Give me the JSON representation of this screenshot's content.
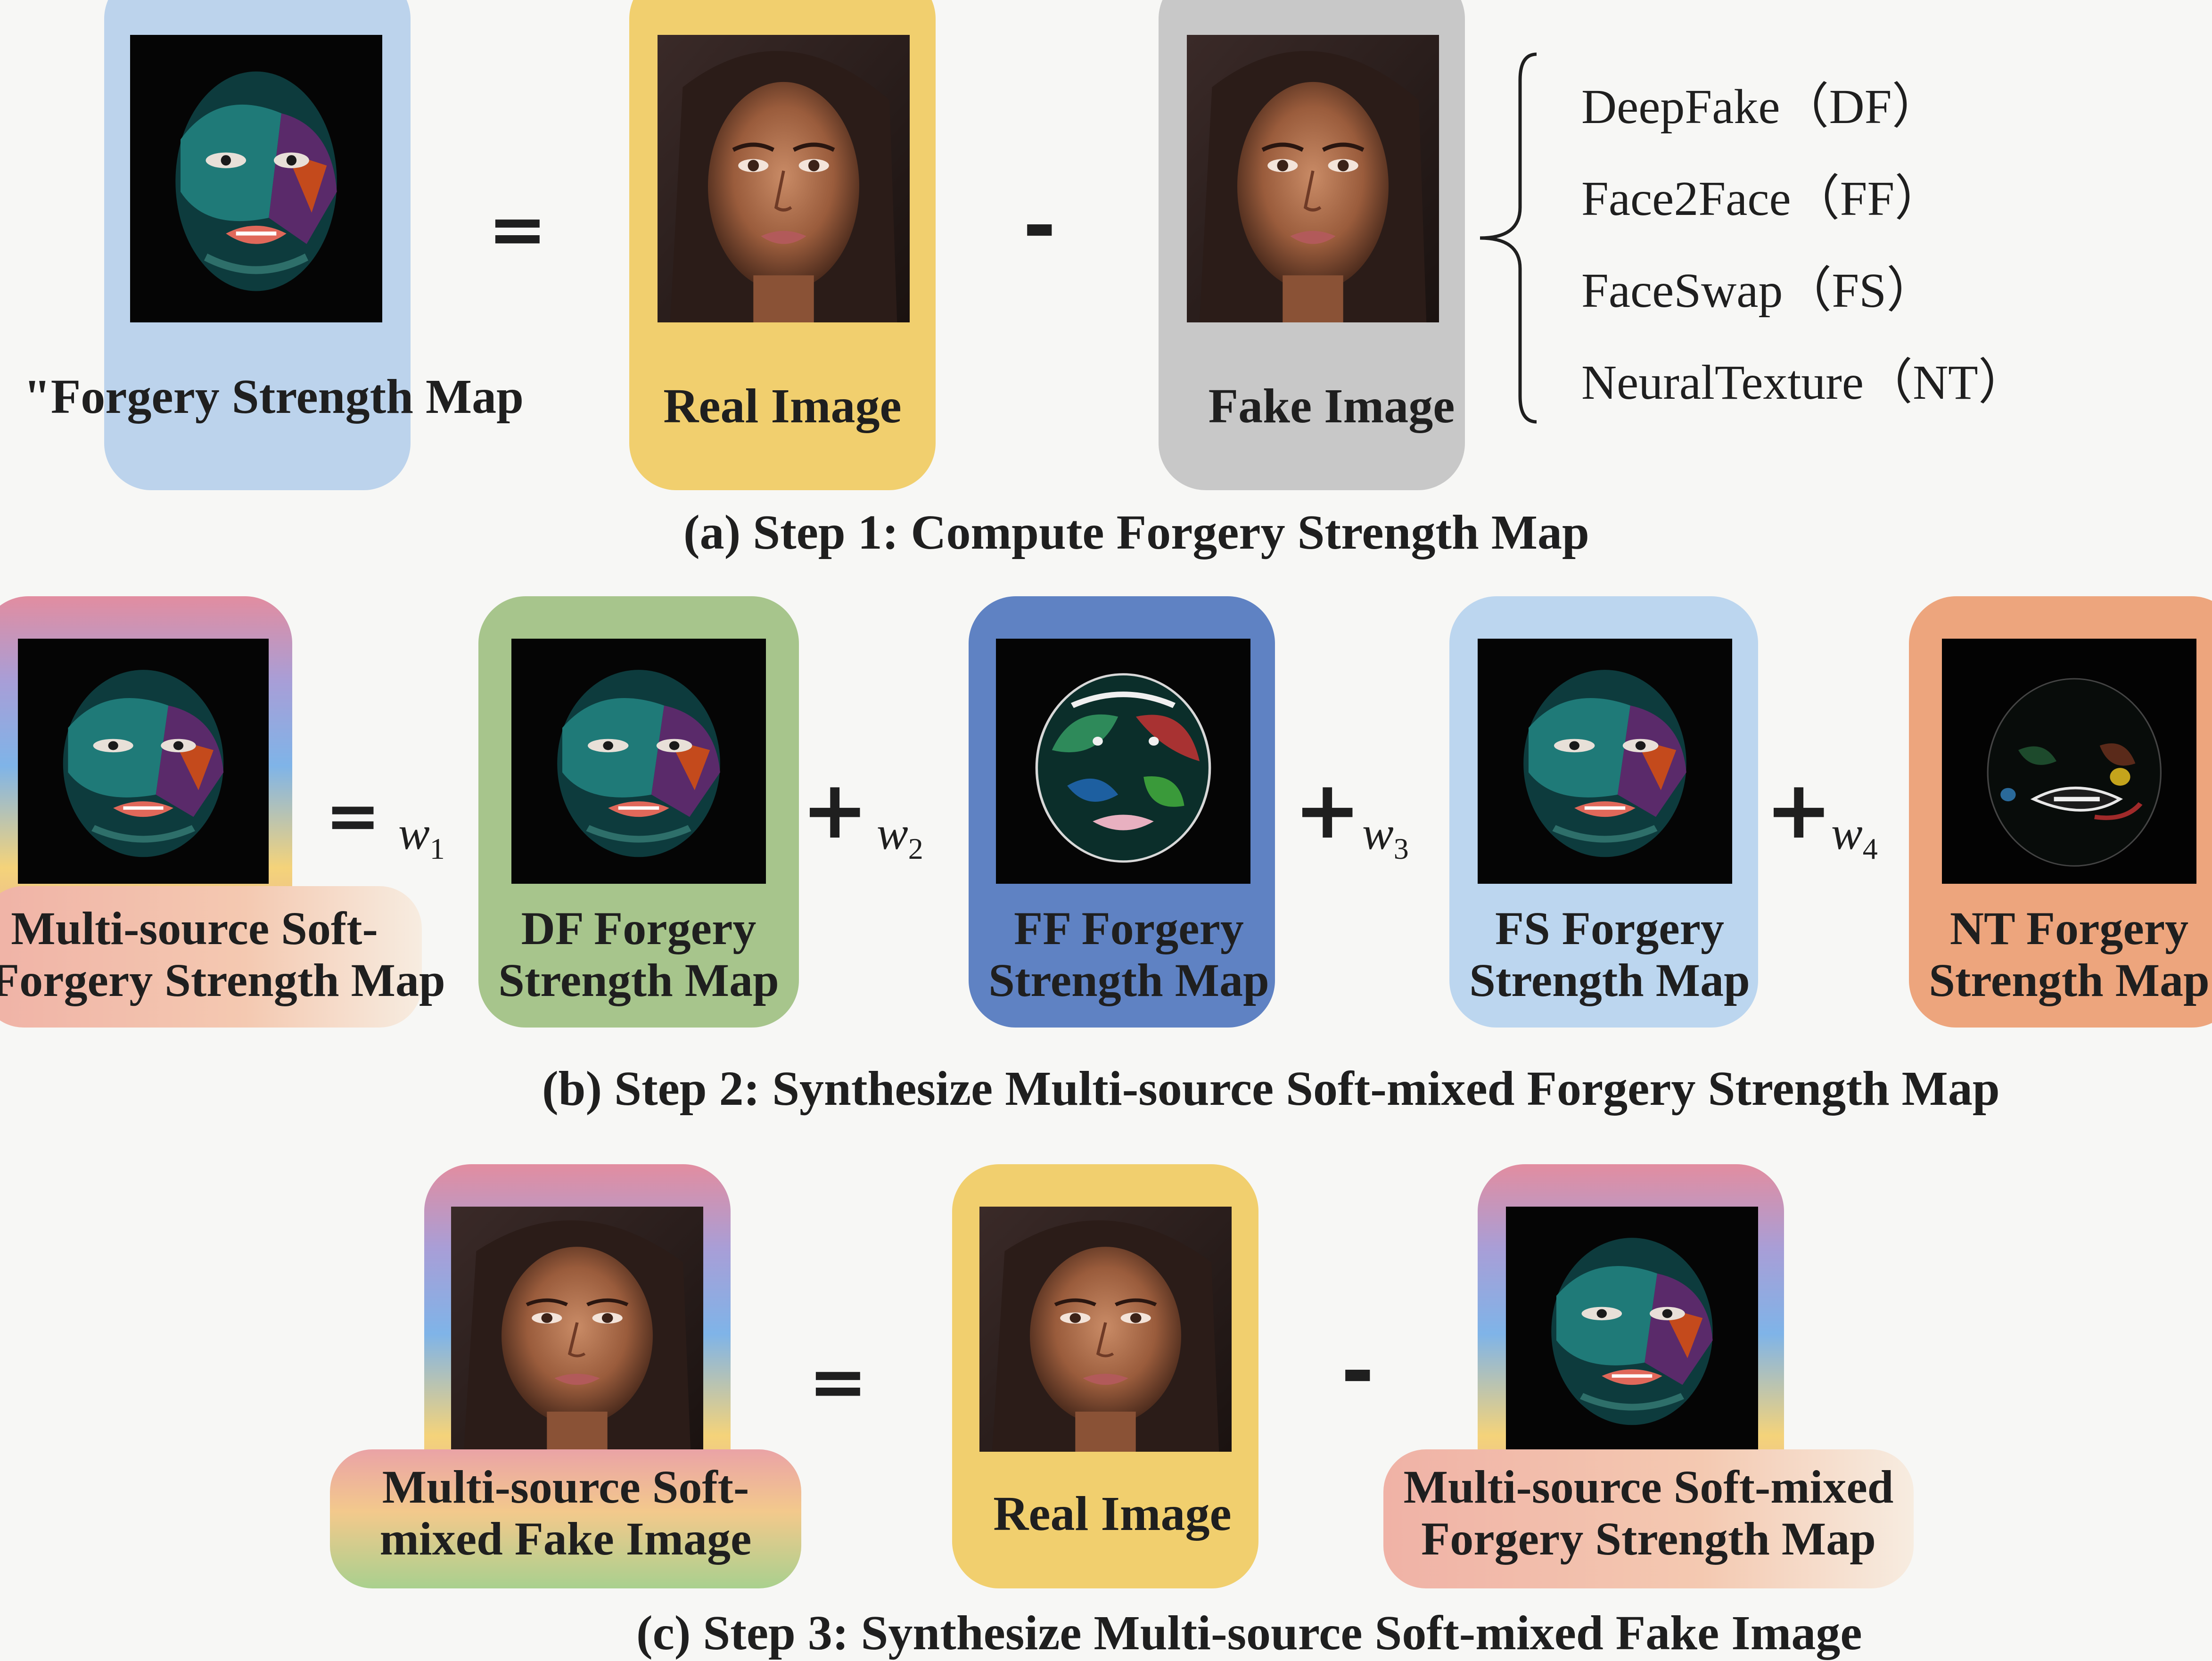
{
  "step1": {
    "forgery_map_label": "\"Forgery Strength Map",
    "equals": "=",
    "real_label": "Real Image",
    "minus": "-",
    "fake_label": "Fake Image",
    "methods": [
      "DeepFake（DF）",
      "Face2Face（FF）",
      "FaceSwap（FS）",
      "NeuralTexture（NT）"
    ],
    "caption": "(a) Step 1: Compute Forgery Strength Map"
  },
  "step2": {
    "mixed_label_line1": "Multi-source Soft-",
    "mixed_label_line2": "Forgery Strength Map",
    "equals": "=",
    "weights": [
      {
        "symbol": "w",
        "sub": "1"
      },
      {
        "symbol": "w",
        "sub": "2"
      },
      {
        "symbol": "w",
        "sub": "3"
      },
      {
        "symbol": "w",
        "sub": "4"
      }
    ],
    "plus": "+",
    "df_line1": "DF Forgery",
    "df_line2": "Strength Map",
    "ff_line1": "FF Forgery",
    "ff_line2": "Strength Map",
    "fs_line1": "FS Forgery",
    "fs_line2": "Strength Map",
    "nt_line1": "NT Forgery",
    "nt_line2": "Strength Map",
    "caption": "(b) Step 2: Synthesize Multi-source Soft-mixed Forgery Strength Map"
  },
  "step3": {
    "fake_line1": "Multi-source Soft-",
    "fake_line2": "mixed Fake Image",
    "equals": "=",
    "real_label": "Real Image",
    "minus": "-",
    "map_line1": "Multi-source Soft-mixed",
    "map_line2": "Forgery Strength Map",
    "caption": "(c) Step 3: Synthesize Multi-source Soft-mixed Fake Image"
  },
  "colors": {
    "blue_card": "#bcd3ec",
    "yellow_card": "#f1cf6e",
    "gray_card": "#c8c8c8",
    "green_card": "#a7c58c",
    "darkblue_card": "#5f82c3",
    "lightblue_card": "#bcd6ef",
    "orange_card": "#eda57d"
  }
}
